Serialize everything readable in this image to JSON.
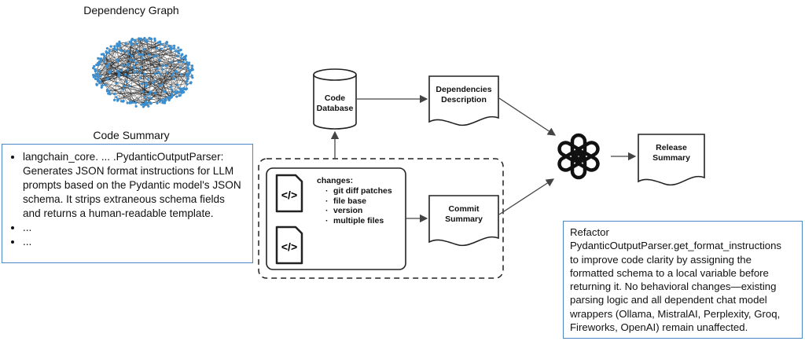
{
  "graph": {
    "title": "Dependency Graph"
  },
  "code_summary": {
    "title": "Code Summary",
    "items": [
      "langchain_core. ... .PydanticOutputParser: Generates JSON format instructions for LLM prompts based on the Pydantic model's JSON schema. It strips extraneous schema fields and returns a human-readable template.",
      "...",
      "..."
    ]
  },
  "nodes": {
    "code_database": [
      "Code",
      "Database"
    ],
    "dependencies_description": [
      "Dependencies",
      "Description"
    ],
    "commit_summary": [
      "Commit",
      "Summary"
    ],
    "release_summary": [
      "Release",
      "Summary"
    ]
  },
  "changes": {
    "heading": "changes:",
    "items": [
      "git diff patches",
      "file base",
      "version",
      "multiple files"
    ]
  },
  "release_text": [
    "Refactor",
    "PydanticOutputParser.get_format_instructions",
    "to improve code clarity by assigning the",
    "formatted schema to a local variable before",
    "returning it. No behavioral changes—existing",
    "parsing logic and all dependent chat model",
    "wrappers (Ollama, MistralAI, Perplexity, Groq,",
    "Fireworks, OpenAI) remain unaffected."
  ],
  "colors": {
    "box_border": "#4a86c8",
    "graph_node": "#3b8fd0",
    "graph_edge": "#222222"
  },
  "icons": {
    "file": "code-file-icon",
    "llm": "openai-logo-icon"
  }
}
